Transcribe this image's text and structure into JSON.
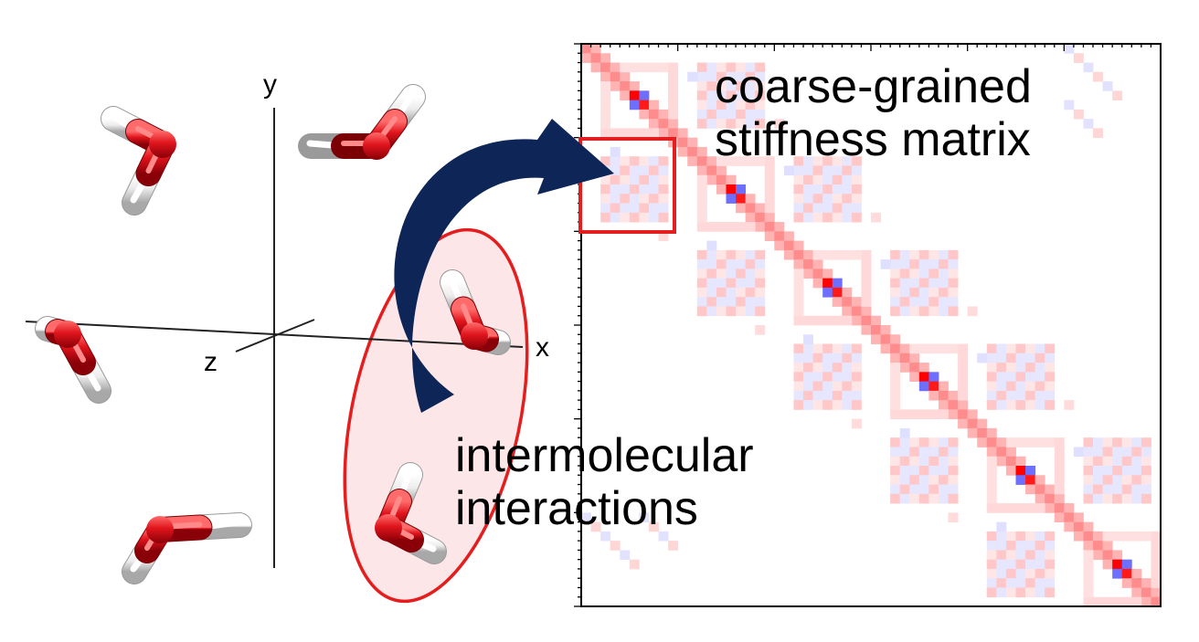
{
  "axes": {
    "x": "x",
    "y": "y",
    "z": "z"
  },
  "labels": {
    "matrix_line1": "coarse-grained",
    "matrix_line2": "stiffness matrix",
    "interaction_line1": "intermolecular",
    "interaction_line2": "interactions"
  },
  "colors": {
    "oxygen": "#e0141c",
    "hydrogen": "#eeeeee",
    "arrow": "#0e2558",
    "highlight_outline": "#e41e1e",
    "highlight_fill": "#fde6e8",
    "positive": "#ff0000",
    "negative": "#4b4bff"
  }
}
